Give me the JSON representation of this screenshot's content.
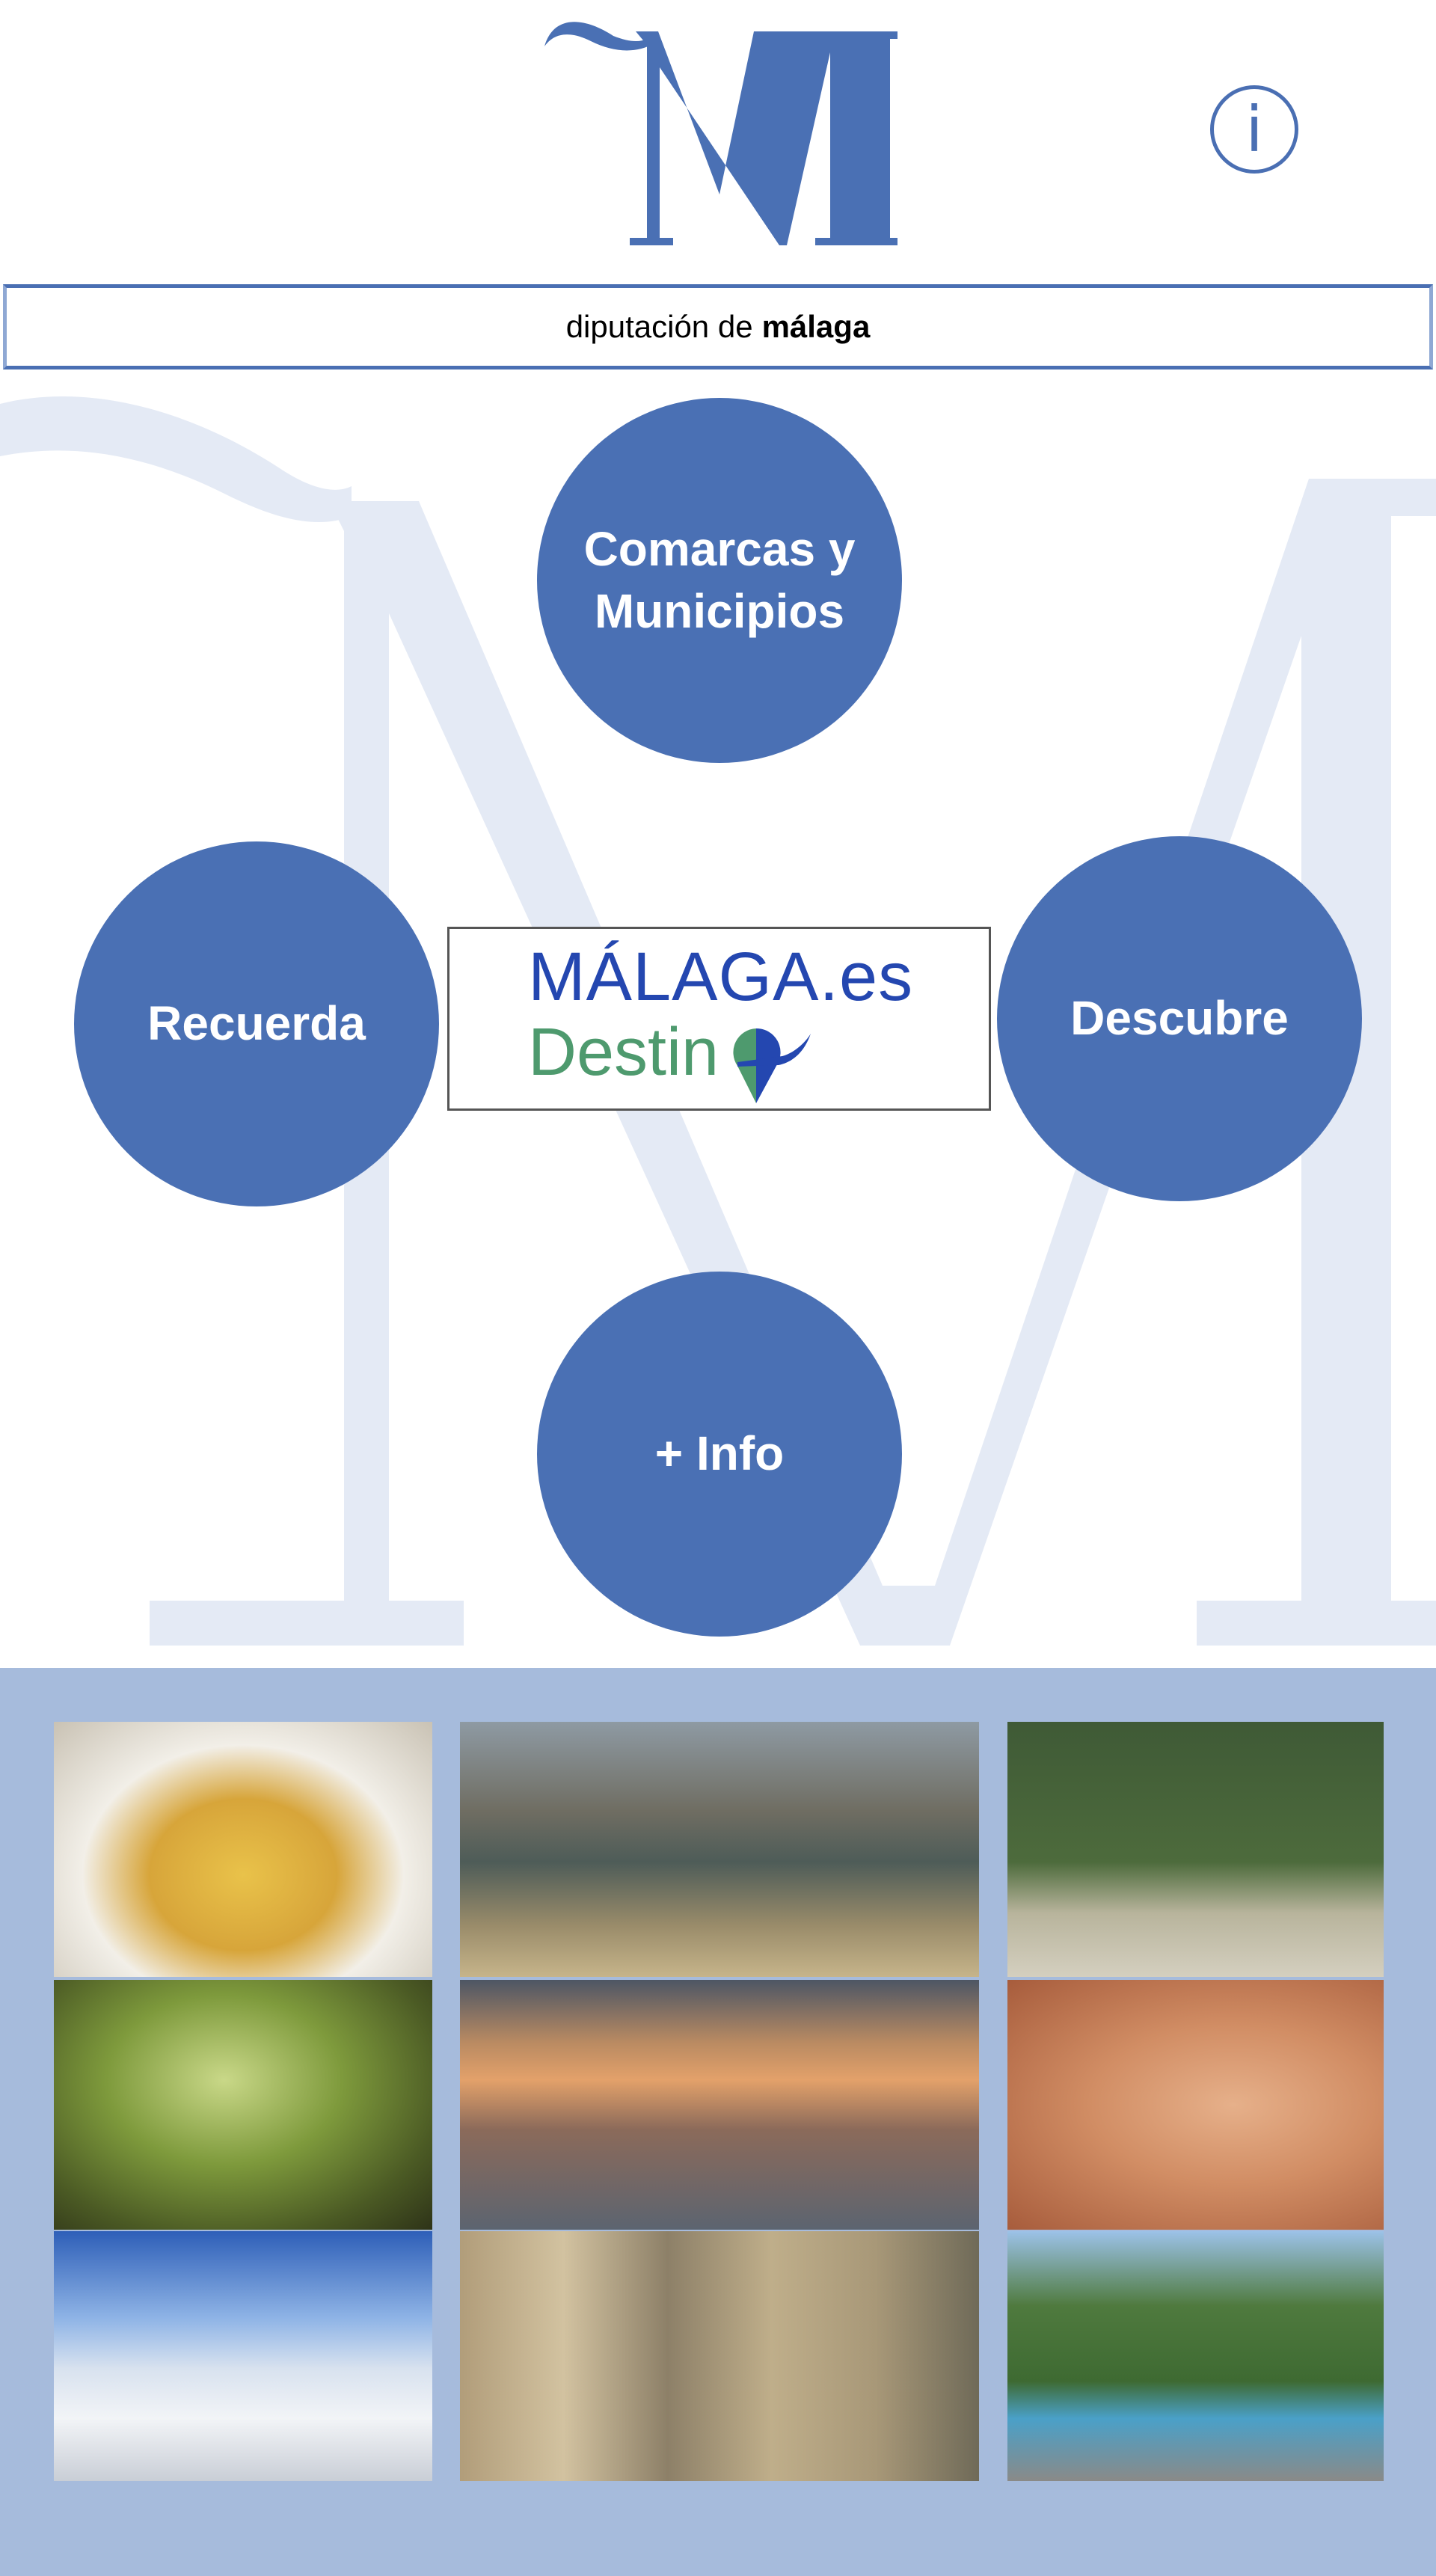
{
  "header": {
    "logo_letter": "M",
    "info_icon_glyph": "i",
    "title_regular": "diputación de",
    "title_bold": "málaga"
  },
  "background": {
    "watermark_letter": "M"
  },
  "menu": {
    "comarcas": "Comarcas y Municipios",
    "recuerda": "Recuerda",
    "descubre": "Descubre",
    "info": "+ Info"
  },
  "destino_logo": {
    "line1": "MÁLAGA.es",
    "line2": "Destin"
  },
  "gallery": {
    "photos": [
      "pastry-dessert",
      "mountain-bikers",
      "hikers-on-rocks",
      "forest-path",
      "flamingos-lagoon",
      "cave-paintings",
      "snowy-mountain-tree",
      "caminito-del-rey-gorge",
      "village-pool-garden"
    ]
  },
  "colors": {
    "brand_blue": "#4a70b4",
    "gallery_bg": "#a6bbdc",
    "watermark": "#e4eaf5",
    "destino_green": "#4e9a6e"
  }
}
